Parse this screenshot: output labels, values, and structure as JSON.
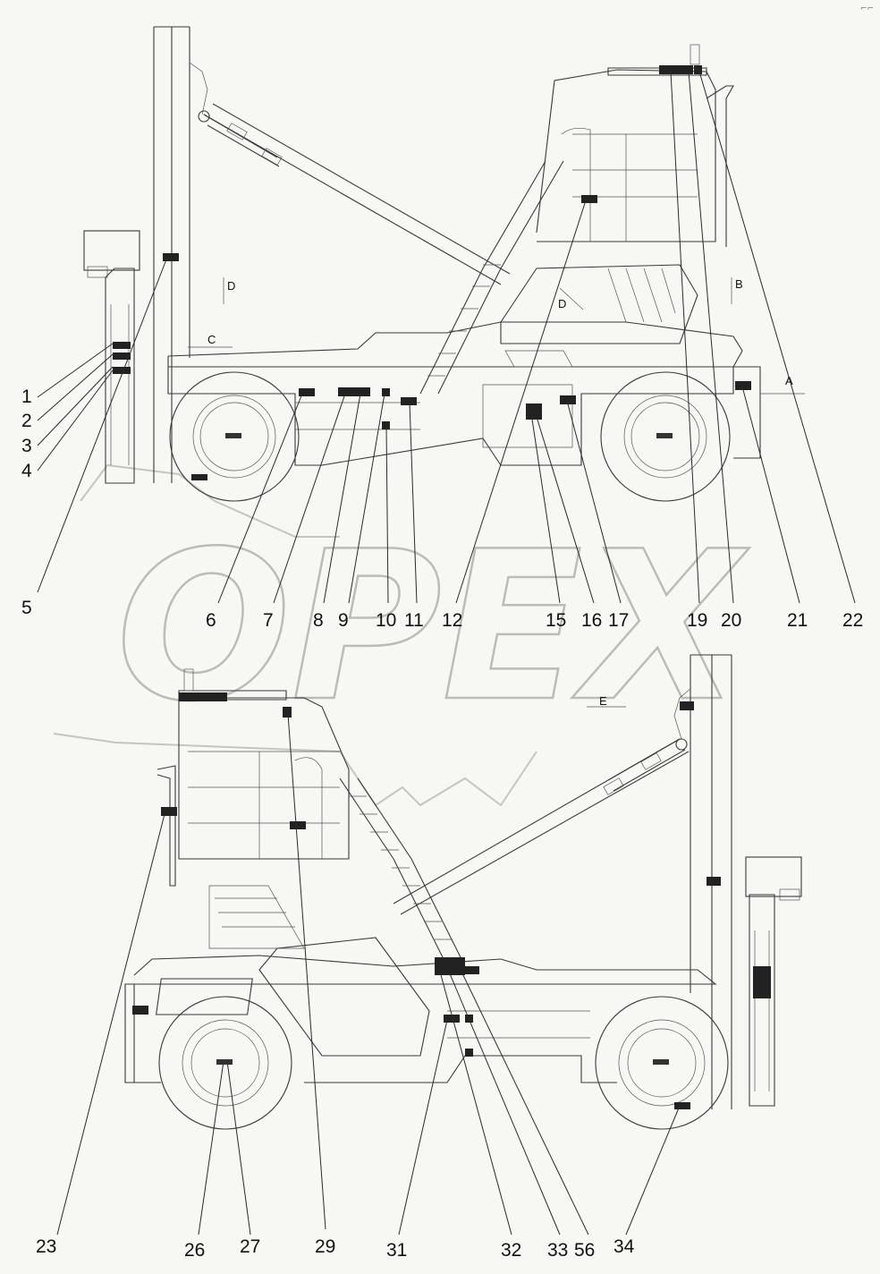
{
  "watermark": "OPEX",
  "corner_mark": "⌐⌐",
  "view_markers": {
    "d_top": "D",
    "b": "B",
    "d_mid": "D",
    "c": "C",
    "a": "A",
    "e": "E"
  },
  "callouts_top": [
    "1",
    "2",
    "3",
    "4",
    "5",
    "6",
    "7",
    "8",
    "9",
    "10",
    "11",
    "12",
    "15",
    "16",
    "17",
    "19",
    "20",
    "21",
    "22"
  ],
  "callouts_bottom": [
    "23",
    "26",
    "27",
    "29",
    "31",
    "32",
    "33",
    "56",
    "34"
  ]
}
